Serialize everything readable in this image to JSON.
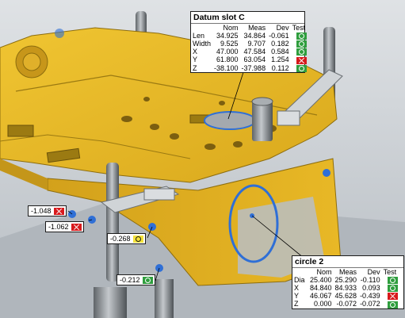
{
  "colors": {
    "part_yellow": "#e5b624",
    "part_dark": "#8d6d0e",
    "background": "#c9ced3",
    "pass": "#2f9e3e",
    "fail": "#d7191c",
    "warn": "#f4e23a",
    "feature_highlight": "#2f6fd6"
  },
  "datum_panel": {
    "title": "Datum slot C",
    "headers": [
      "",
      "Nom",
      "Meas",
      "Dev",
      "Test"
    ],
    "rows": [
      {
        "label": "Len",
        "nom": "34.925",
        "meas": "34.864",
        "dev": "-0.061",
        "status": "pass"
      },
      {
        "label": "Width",
        "nom": "9.525",
        "meas": "9.707",
        "dev": "0.182",
        "status": "pass"
      },
      {
        "label": "X",
        "nom": "47.000",
        "meas": "47.584",
        "dev": "0.584",
        "status": "pass"
      },
      {
        "label": "Y",
        "nom": "61.800",
        "meas": "63.054",
        "dev": "1.254",
        "status": "fail"
      },
      {
        "label": "Z",
        "nom": "-38.100",
        "meas": "-37.988",
        "dev": "0.112",
        "status": "pass"
      }
    ]
  },
  "circle_panel": {
    "title": "circle 2",
    "headers": [
      "",
      "Nom",
      "Meas",
      "Dev",
      "Test"
    ],
    "rows": [
      {
        "label": "Dia",
        "nom": "25.400",
        "meas": "25.290",
        "dev": "-0.110",
        "status": "pass"
      },
      {
        "label": "X",
        "nom": "84.840",
        "meas": "84.933",
        "dev": "0.093",
        "status": "pass"
      },
      {
        "label": "Y",
        "nom": "46.067",
        "meas": "45.628",
        "dev": "-0.439",
        "status": "fail"
      },
      {
        "label": "Z",
        "nom": "0.000",
        "meas": "-0.072",
        "dev": "-0.072",
        "status": "pass"
      }
    ]
  },
  "deviation_tags": [
    {
      "value": "-1.048",
      "status": "fail"
    },
    {
      "value": "-1.062",
      "status": "fail"
    },
    {
      "value": "-0.268",
      "status": "warn"
    },
    {
      "value": "-0.212",
      "status": "pass"
    }
  ]
}
